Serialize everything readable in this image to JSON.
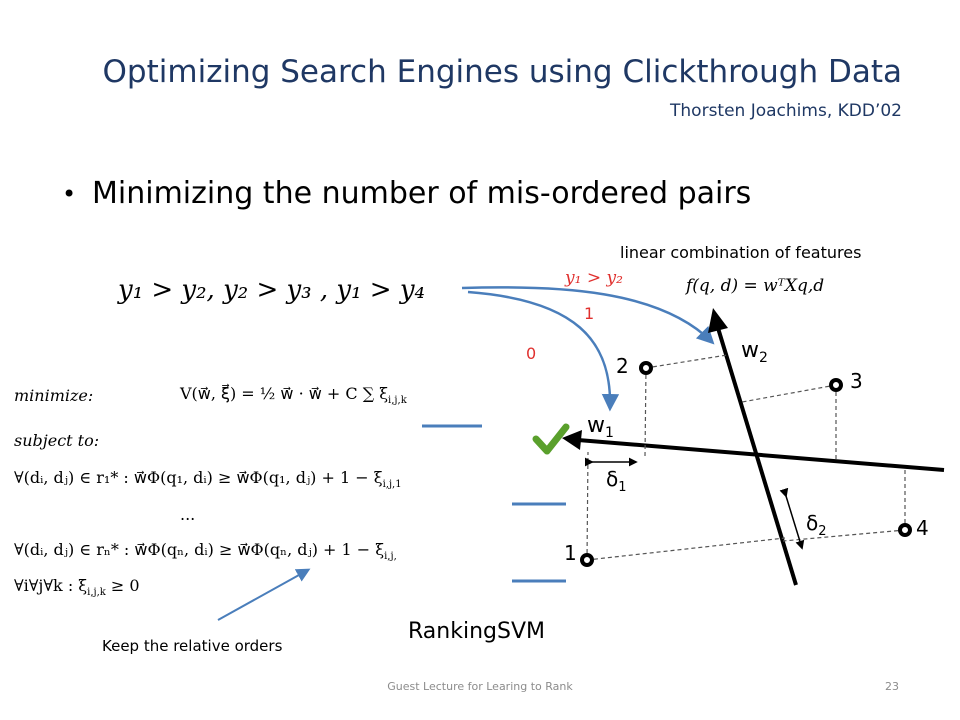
{
  "slide": {
    "title": "Optimizing Search Engines using Clickthrough Data",
    "subtitle": "Thorsten Joachims, KDD’02",
    "bullet": "Minimizing the number of mis-ordered pairs",
    "linear_combination_label": "linear combination of features",
    "score_function": "𝑓(𝑞, 𝑑) = 𝑤ᵀ𝑋𝑞,𝑑",
    "preference_pairs": "𝑦₁ > 𝑦₂, 𝑦₂ > 𝑦₃ , 𝑦₁ > 𝑦₄",
    "red_preference": "𝑦₁ > 𝑦₂",
    "label_one": "1",
    "label_zero": "0",
    "algorithm_name": "RankingSVM",
    "callout": "Keep the relative orders",
    "footer": "Guest Lecture for Learing to Rank",
    "page_number": "23"
  },
  "formula": {
    "minimize_label": "minimize:",
    "objective": "V(w⃗, ξ⃗) = ½ w⃗ · w⃗ + C ∑ ξ",
    "objective_sub": "i,j,k",
    "subject_label": "subject to:",
    "constraint1": "∀(dᵢ, dⱼ) ∈ r₁* : w⃗Φ(q₁, dᵢ) ≥ w⃗Φ(q₁, dⱼ) + 1 − ξ",
    "constraint1_sub": "i,j,1",
    "ellipsis": "...",
    "constraint2": "∀(dᵢ, dⱼ) ∈ rₙ* : w⃗Φ(qₙ, dᵢ) ≥ w⃗Φ(qₙ, dⱼ) + 1 − ξ",
    "constraint2_sub": "i,j,",
    "constraint3": "∀i∀j∀k : ξ",
    "constraint3_sub": "i,j,k",
    "constraint3_tail": " ≥ 0"
  },
  "diagram": {
    "w1_label": "w",
    "w1_sub": "1",
    "w2_label": "w",
    "w2_sub": "2",
    "delta1_label": "δ",
    "delta1_sub": "1",
    "delta2_label": "δ",
    "delta2_sub": "2",
    "points": [
      {
        "label": "1"
      },
      {
        "label": "2"
      },
      {
        "label": "3"
      },
      {
        "label": "4"
      }
    ]
  },
  "colors": {
    "title": "#1f3864",
    "accent_red": "#e0302e",
    "arrow_blue": "#4a7ebb",
    "check_green": "#5aa02c",
    "footer_gray": "#8c8c8c"
  }
}
